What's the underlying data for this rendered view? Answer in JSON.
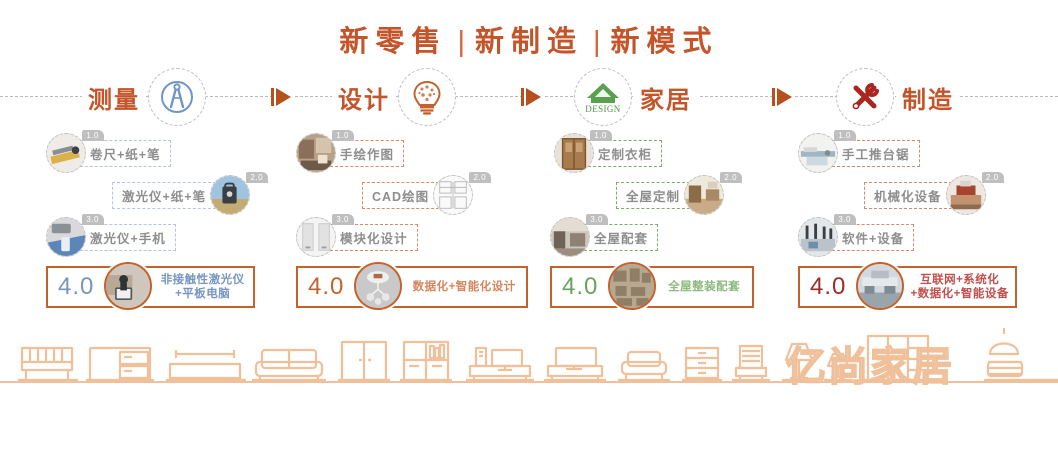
{
  "title": {
    "part1": "新零售",
    "sep": "|",
    "part2": "新制造",
    "part3": "新模式"
  },
  "columns": [
    {
      "key": "measure",
      "label": "测量",
      "icon": "compass-icon",
      "accent": "#7796bf",
      "border_accent": "#b6c4dd",
      "stages": [
        {
          "version": "1.0",
          "label": "卷尺+纸+笔",
          "thumb": "tape-measure-photo"
        },
        {
          "version": "2.0",
          "label": "激光仪+纸+笔",
          "thumb": "laser-device-photo"
        },
        {
          "version": "3.0",
          "label": "激光仪+手机",
          "thumb": "laser-phone-photo"
        }
      ],
      "final": {
        "version": "4.0",
        "label": "非接触性激光仪\n+平板电脑",
        "thumb": "tablet-measure-photo"
      }
    },
    {
      "key": "design",
      "label": "设计",
      "icon": "lightbulb-icon",
      "accent": "#c4622c",
      "border_accent": "#d98b63",
      "stages": [
        {
          "version": "1.0",
          "label": "手绘作图",
          "thumb": "hand-drawing-photo"
        },
        {
          "version": "2.0",
          "label": "CAD绘图",
          "thumb": "cad-blueprint-photo"
        },
        {
          "version": "3.0",
          "label": "模块化设计",
          "thumb": "module-cabinet-photo"
        }
      ],
      "final": {
        "version": "4.0",
        "label": "数据化+智能化设计",
        "thumb": "cloud-data-photo"
      }
    },
    {
      "key": "home",
      "label": "家居",
      "icon": "house-design-icon",
      "accent": "#6aa45c",
      "border_accent": "#7cab6d",
      "stages": [
        {
          "version": "1.0",
          "label": "定制衣柜",
          "thumb": "wardrobe-photo"
        },
        {
          "version": "2.0",
          "label": "全屋定制",
          "thumb": "room-interior-photo"
        },
        {
          "version": "3.0",
          "label": "全屋配套",
          "thumb": "full-room-photo"
        }
      ],
      "final": {
        "version": "4.0",
        "label": "全屋整装配套",
        "thumb": "whole-house-photo"
      }
    },
    {
      "key": "manufacture",
      "label": "制造",
      "icon": "tools-icon",
      "accent": "#9e2b24",
      "border_accent": "#cf8a7a",
      "stages": [
        {
          "version": "1.0",
          "label": "手工推台锯",
          "thumb": "panel-saw-photo"
        },
        {
          "version": "2.0",
          "label": "机械化设备",
          "thumb": "machine-equipment-photo"
        },
        {
          "version": "3.0",
          "label": "软件+设备",
          "thumb": "cnc-software-photo"
        }
      ],
      "final": {
        "version": "4.0",
        "label": "互联网+系统化\n+数据化+智能设备",
        "thumb": "smart-factory-photo"
      }
    }
  ],
  "house_icon_text": "DESIGN",
  "arrows": [
    "arrow-1",
    "arrow-2",
    "arrow-3"
  ],
  "brand": "亿尚家居",
  "colors": {
    "title": "#c4552a",
    "arrow": "#b4511f",
    "rail": "#b9b9b9",
    "box_border": "#c4622c",
    "furniture_outline": "#efc09a",
    "version_tag_bg": "#bfbfbf"
  },
  "furniture": [
    "crib",
    "desk",
    "bed",
    "sofa",
    "wardrobe",
    "bookshelf",
    "computer-desk",
    "tv-stand",
    "armchair",
    "dresser",
    "chair",
    "floor-lamp",
    "table-lamp",
    "tall-wardrobe",
    "cabinet",
    "pendant-lamp",
    "mattress-stack"
  ]
}
